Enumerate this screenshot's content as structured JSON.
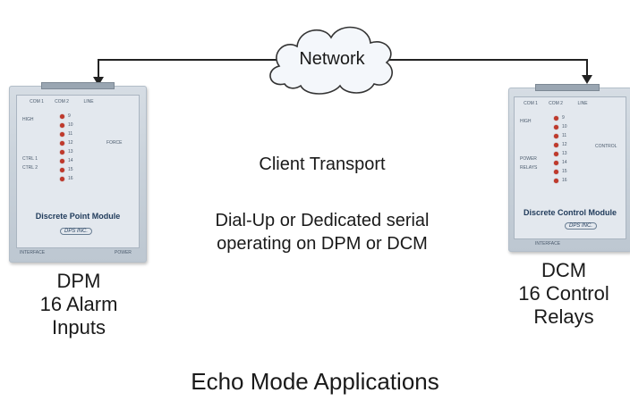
{
  "network": {
    "label": "Network"
  },
  "client_transport": "Client Transport",
  "serial_description": {
    "line1": "Dial-Up or Dedicated serial",
    "line2": "operating on DPM or DCM"
  },
  "dpm": {
    "label_line1": "DPM",
    "label_line2": "16 Alarm",
    "label_line3": "Inputs"
  },
  "dcm": {
    "label_line1": "DCM",
    "label_line2": "16 Control",
    "label_line3": "Relays"
  },
  "footer_title": "Echo Mode Applications",
  "colors": {
    "line": "#222222",
    "cloud_fill": "#f4f7fb",
    "cloud_stroke": "#333333",
    "led": "#c0392b"
  }
}
